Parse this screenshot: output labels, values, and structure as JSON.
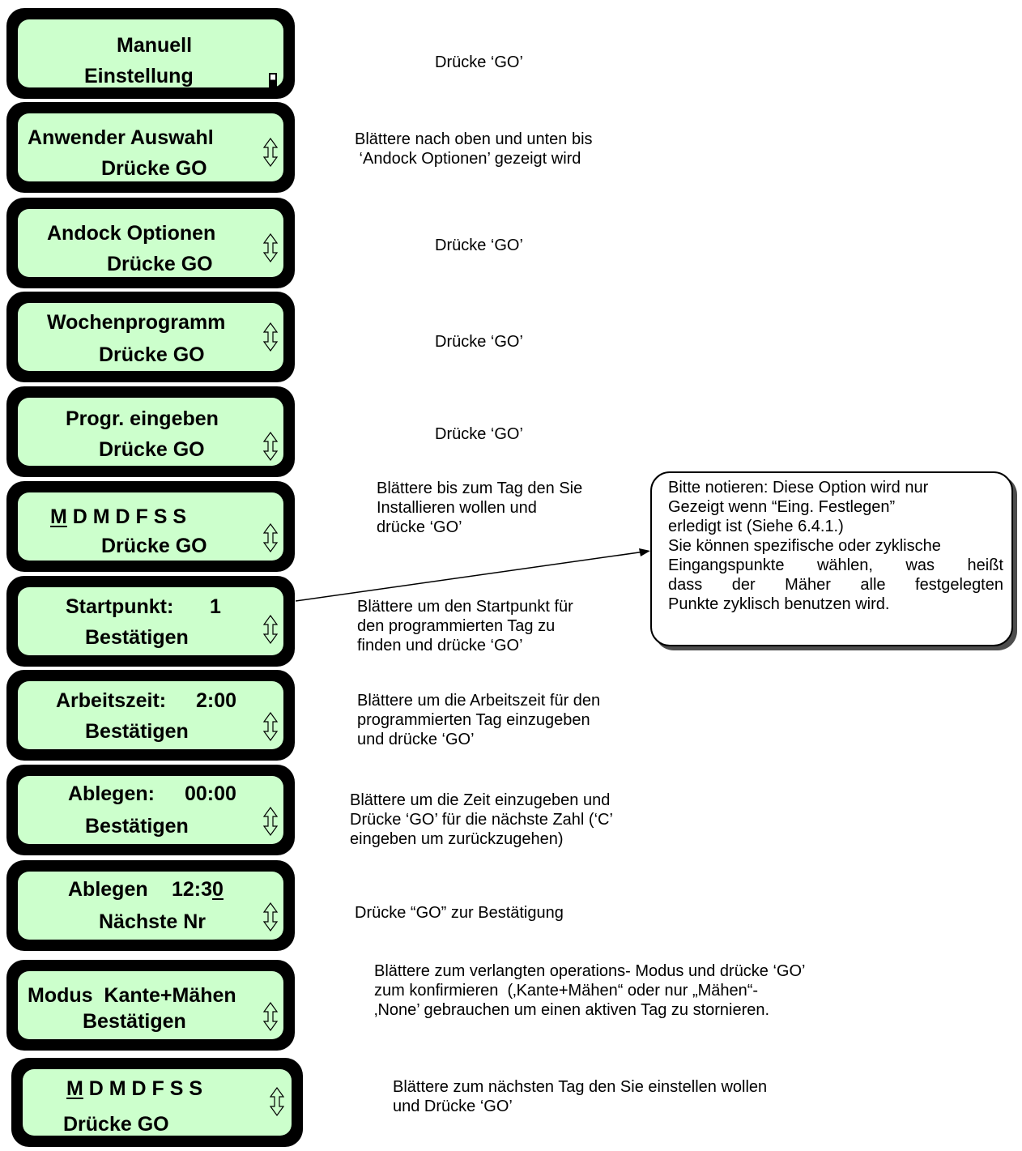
{
  "screens": [
    {
      "line1": "Manuell",
      "line2": "Einstellung",
      "icon": "battery-icon"
    },
    {
      "line1": "Anwender Auswahl",
      "line2": "Drücke GO",
      "icon": "scroll-up-down-icon"
    },
    {
      "line1": "Andock Optionen",
      "line2": "Drücke GO",
      "icon": "scroll-up-down-icon"
    },
    {
      "line1": "Wochenprogramm",
      "line2": "Drücke GO",
      "icon": "scroll-up-down-icon"
    },
    {
      "line1": "Progr. eingeben",
      "line2": "Drücke GO",
      "icon": "scroll-up-down-icon"
    },
    {
      "line1_cursor": "M",
      "line1_rest": " D M D F S S",
      "line2": "Drücke GO",
      "icon": "scroll-up-down-icon"
    },
    {
      "line1_label": "Startpunkt:",
      "line1_value": "1",
      "line2": "Bestätigen",
      "icon": "scroll-up-down-icon"
    },
    {
      "line1_label": "Arbeitszeit:",
      "line1_value": "2:00",
      "line2": "Bestätigen",
      "icon": "scroll-up-down-icon"
    },
    {
      "line1_label": "Ablegen:",
      "line1_value": "00:00",
      "line2": "Bestätigen",
      "icon": "scroll-up-down-icon"
    },
    {
      "line1_label": "Ablegen",
      "line1_value": "12:3",
      "line1_cursor": "0",
      "line2": "Nächste Nr",
      "icon": "scroll-up-down-icon"
    },
    {
      "line1": "Modus  Kante+Mähen",
      "line2": "Bestätigen",
      "icon": "scroll-up-down-icon"
    },
    {
      "line1_cursor": "M",
      "line1_rest": " D M D F S S",
      "line2": "Drücke GO",
      "icon": "scroll-up-down-icon"
    }
  ],
  "instructions": [
    [
      "Drücke ‘GO’"
    ],
    [
      "Blättere nach oben und unten bis",
      " ‘Andock Optionen’ gezeigt wird"
    ],
    [
      "Drücke ‘GO’"
    ],
    [
      "Drücke ‘GO’"
    ],
    [
      "Drücke ‘GO’"
    ],
    [
      "Blättere bis zum Tag den Sie",
      "Installieren wollen und",
      "drücke ‘GO’"
    ],
    [
      "Blättere um den Startpunkt für",
      "den programmierten Tag zu",
      "finden und drücke ‘GO’"
    ],
    [
      "Blättere um die Arbeitszeit für den",
      "programmierten Tag einzugeben",
      "und drücke ‘GO’"
    ],
    [
      "Blättere um die Zeit einzugeben und",
      "Drücke ‘GO’ für die nächste Zahl (‘C’",
      "eingeben um zurückzugehen)"
    ],
    [
      "Drücke “GO” zur Bestätigung"
    ],
    [
      "Blättere zum verlangten operations- Modus und drücke ‘GO’",
      "zum konfirmieren  (‚Kante+Mähen“ oder nur „Mähen“-",
      "‚None’ gebrauchen um einen aktiven Tag zu stornieren."
    ],
    [
      "Blättere zum nächsten Tag den Sie einstellen wollen",
      "und Drücke ‘GO’"
    ]
  ],
  "note": {
    "lines": [
      "Bitte notieren: Diese Option wird nur",
      "Gezeigt wenn “Eing. Festlegen”",
      "erledigt ist (Siehe 6.4.1.)",
      "Sie können spezifische oder zyklische",
      "Eingangspunkte wählen, was heißt",
      "dass der Mäher alle festgelegten",
      "Punkte zyklisch benutzen wird."
    ]
  }
}
